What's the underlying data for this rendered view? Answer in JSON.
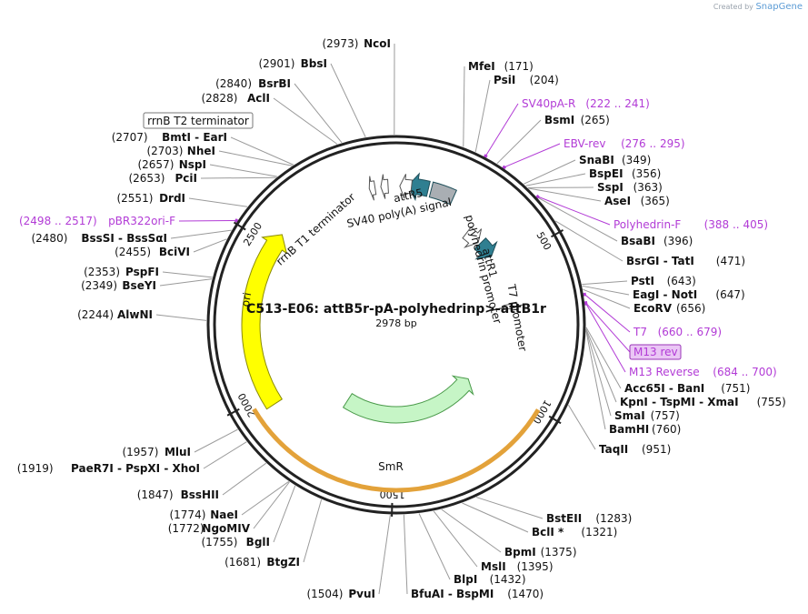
{
  "brand": {
    "prefix": "Created by",
    "name": "SnapGene"
  },
  "map": {
    "title": "C513-E06: attB5r-pA-polyhedrinp>-attB1r",
    "size_label": "2978 bp",
    "length": 2978,
    "ticks": [
      {
        "bp": 500,
        "label": "500"
      },
      {
        "bp": 1000,
        "label": "1000"
      },
      {
        "bp": 1500,
        "label": "1500"
      },
      {
        "bp": 2000,
        "label": "2000"
      },
      {
        "bp": 2500,
        "label": "2500"
      }
    ]
  },
  "features": [
    {
      "name": "rrnB T2 terminator",
      "start": 2925,
      "end": 2950,
      "dir": -1,
      "color": "#ffffff",
      "stroke": "#555555",
      "boxed_label": true
    },
    {
      "name": "attR5",
      "start": 40,
      "end": 110,
      "dir": -1,
      "color": "#2f7f91"
    },
    {
      "name": "",
      "start": 120,
      "end": 200,
      "dir": 0,
      "color": "#a9aeb3"
    },
    {
      "name": "SV40 poly(A) signal",
      "start": 2990,
      "end": 3030,
      "dir": -1,
      "color": "#ffffff",
      "stroke": "#555555"
    },
    {
      "name": "rrnB T1 terminator",
      "start": 2885,
      "end": 2905,
      "dir": -1,
      "color": "#ffffff",
      "stroke": "#555555"
    },
    {
      "name": "attR1",
      "start": 380,
      "end": 450,
      "dir": 1,
      "color": "#2f7f91"
    },
    {
      "name": "polyhedrin promoter",
      "start": 310,
      "end": 372,
      "dir": 1,
      "color": "#ffffff",
      "stroke": "#555555"
    },
    {
      "name": "T7 promoter",
      "start": 660,
      "end": 679,
      "dir": 1,
      "color": "#ffffff",
      "stroke": "#555555"
    },
    {
      "name": "SmR",
      "start": 1050,
      "end": 1760,
      "dir": -1,
      "color": "#c6f5c6",
      "stroke": "#4a9a4a"
    },
    {
      "name": "ori",
      "start": 1960,
      "end": 2550,
      "dir": 1,
      "color": "#ffff00",
      "stroke": "#8a8a00"
    }
  ],
  "sites": [
    {
      "name": "NcoI",
      "pos": "(2973)",
      "bp": 2973,
      "side": "L"
    },
    {
      "name": "BbsI",
      "pos": "(2901)",
      "bp": 2901,
      "side": "L"
    },
    {
      "name": "BsrBI",
      "pos": "(2840)",
      "bp": 2840,
      "side": "L"
    },
    {
      "name": "AclI",
      "pos": "(2828)",
      "bp": 2828,
      "side": "L"
    },
    {
      "name": "BmtI - EarI",
      "pos": "(2707)",
      "bp": 2707,
      "side": "L"
    },
    {
      "name": "NheI",
      "pos": "(2703)",
      "bp": 2703,
      "side": "L"
    },
    {
      "name": "NspI",
      "pos": "(2657)",
      "bp": 2657,
      "side": "L"
    },
    {
      "name": "PciI",
      "pos": "(2653)",
      "bp": 2653,
      "side": "L"
    },
    {
      "name": "DrdI",
      "pos": "(2551)",
      "bp": 2551,
      "side": "L"
    },
    {
      "name": "BssSI - BssSαI",
      "pos": "(2480)",
      "bp": 2480,
      "side": "L"
    },
    {
      "name": "BciVI",
      "pos": "(2455)",
      "bp": 2455,
      "side": "L"
    },
    {
      "name": "PspFI",
      "pos": "(2353)",
      "bp": 2353,
      "side": "L"
    },
    {
      "name": "BseYI",
      "pos": "(2349)",
      "bp": 2349,
      "side": "L"
    },
    {
      "name": "AlwNI",
      "pos": "(2244)",
      "bp": 2244,
      "side": "L"
    },
    {
      "name": "MluI",
      "pos": "(1957)",
      "bp": 1957,
      "side": "L"
    },
    {
      "name": "PaeR7I - PspXI - XhoI",
      "pos": "(1919)",
      "bp": 1919,
      "side": "L"
    },
    {
      "name": "BssHII",
      "pos": "(1847)",
      "bp": 1847,
      "side": "L"
    },
    {
      "name": "NaeI",
      "pos": "(1774)",
      "bp": 1774,
      "side": "L"
    },
    {
      "name": "NgoMIV",
      "pos": "(1772)",
      "bp": 1772,
      "side": "L"
    },
    {
      "name": "BglI",
      "pos": "(1755)",
      "bp": 1755,
      "side": "L"
    },
    {
      "name": "BtgZI",
      "pos": "(1681)",
      "bp": 1681,
      "side": "L"
    },
    {
      "name": "PvuI",
      "pos": "(1504)",
      "bp": 1504,
      "side": "L"
    },
    {
      "name": "BfuAI - BspMI",
      "pos": "(1470)",
      "bp": 1470,
      "side": "R"
    },
    {
      "name": "BlpI",
      "pos": "(1432)",
      "bp": 1432,
      "side": "R"
    },
    {
      "name": "MslI",
      "pos": "(1395)",
      "bp": 1395,
      "side": "R"
    },
    {
      "name": "BpmI",
      "pos": "(1375)",
      "bp": 1375,
      "side": "R"
    },
    {
      "name": "BclI *",
      "pos": "(1321)",
      "bp": 1321,
      "side": "R"
    },
    {
      "name": "BstEII",
      "pos": "(1283)",
      "bp": 1283,
      "side": "R"
    },
    {
      "name": "TaqII",
      "pos": "(951)",
      "bp": 951,
      "side": "R"
    },
    {
      "name": "BamHI",
      "pos": "(760)",
      "bp": 760,
      "side": "R"
    },
    {
      "name": "SmaI",
      "pos": "(757)",
      "bp": 757,
      "side": "R"
    },
    {
      "name": "KpnI - TspMI - XmaI",
      "pos": "(755)",
      "bp": 755,
      "side": "R"
    },
    {
      "name": "Acc65I - BanI",
      "pos": "(751)",
      "bp": 751,
      "side": "R"
    },
    {
      "name": "EcoRV",
      "pos": "(656)",
      "bp": 656,
      "side": "R"
    },
    {
      "name": "EagI - NotI",
      "pos": "(647)",
      "bp": 647,
      "side": "R"
    },
    {
      "name": "PstI",
      "pos": "(643)",
      "bp": 643,
      "side": "R"
    },
    {
      "name": "BsrGI - TatI",
      "pos": "(471)",
      "bp": 471,
      "side": "R"
    },
    {
      "name": "BsaBI",
      "pos": "(396)",
      "bp": 396,
      "side": "R"
    },
    {
      "name": "AseI",
      "pos": "(365)",
      "bp": 365,
      "side": "R"
    },
    {
      "name": "SspI",
      "pos": "(363)",
      "bp": 363,
      "side": "R"
    },
    {
      "name": "BspEI",
      "pos": "(356)",
      "bp": 356,
      "side": "R"
    },
    {
      "name": "SnaBI",
      "pos": "(349)",
      "bp": 349,
      "side": "R"
    },
    {
      "name": "BsmI",
      "pos": "(265)",
      "bp": 265,
      "side": "R"
    },
    {
      "name": "PsiI",
      "pos": "(204)",
      "bp": 204,
      "side": "R"
    },
    {
      "name": "MfeI",
      "pos": "(171)",
      "bp": 171,
      "side": "R"
    }
  ],
  "primers": [
    {
      "name": "SV40pA-R",
      "range": "(222 .. 241)",
      "bp": 231,
      "color": "#b23bd6"
    },
    {
      "name": "EBV-rev",
      "range": "(276 .. 295)",
      "bp": 285,
      "color": "#b23bd6"
    },
    {
      "name": "Polyhedrin-F",
      "range": "(388 .. 405)",
      "bp": 396,
      "color": "#b23bd6"
    },
    {
      "name": "T7",
      "range": "(660 .. 679)",
      "bp": 669,
      "color": "#b23bd6"
    },
    {
      "name": "M13 rev",
      "range": "",
      "bp": 690,
      "color": "#b23bd6",
      "boxed": true
    },
    {
      "name": "M13 Reverse",
      "range": "(684 .. 700)",
      "bp": 692,
      "color": "#b23bd6"
    },
    {
      "name": "pBR322ori-F",
      "range": "(2498 .. 2517)",
      "bp": 2507,
      "color": "#b23bd6",
      "side": "L"
    }
  ]
}
